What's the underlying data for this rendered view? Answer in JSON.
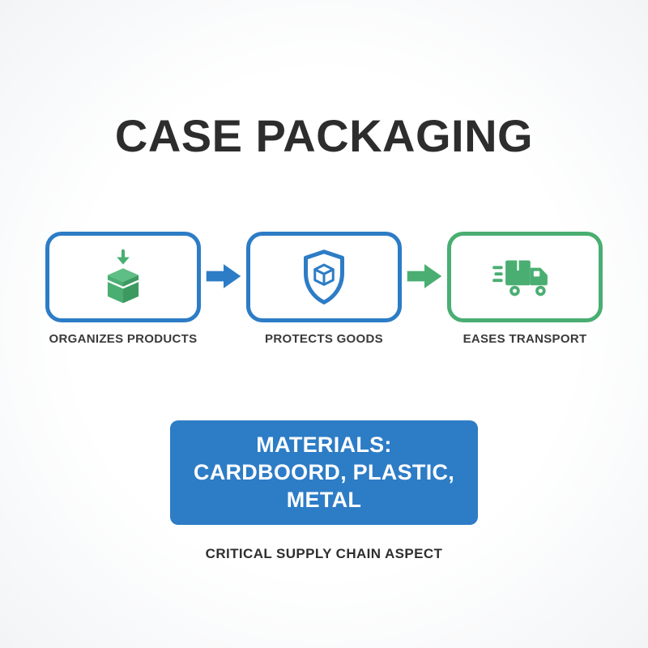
{
  "title": "CASE PACKAGING",
  "steps": [
    {
      "label": "ORGANIZES PRODUCTS",
      "icon": "box-down-arrow-icon",
      "border_color": "#2d7cc6",
      "icon_color": "#4aae72"
    },
    {
      "label": "PROTECTS GOODS",
      "icon": "shield-box-icon",
      "border_color": "#2d7cc6",
      "icon_color": "#2d7cc6"
    },
    {
      "label": "EASES TRANSPORT",
      "icon": "delivery-truck-icon",
      "border_color": "#4aae72",
      "icon_color": "#4aae72"
    }
  ],
  "arrows": [
    {
      "icon": "flow-arrow-icon",
      "color": "#2d7cc6"
    },
    {
      "icon": "flow-arrow-icon",
      "color": "#4aae72"
    }
  ],
  "banner": {
    "text": "MATERIALS: CARDBOORD, PLASTIC, METAL",
    "background": "#2d7cc6",
    "text_color": "#ffffff"
  },
  "footer": "CRITICAL SUPPLY CHAIN ASPECT",
  "colors": {
    "blue": "#2d7cc6",
    "green": "#4aae72",
    "title": "#2d2d2d",
    "background": "#fafbfc"
  }
}
